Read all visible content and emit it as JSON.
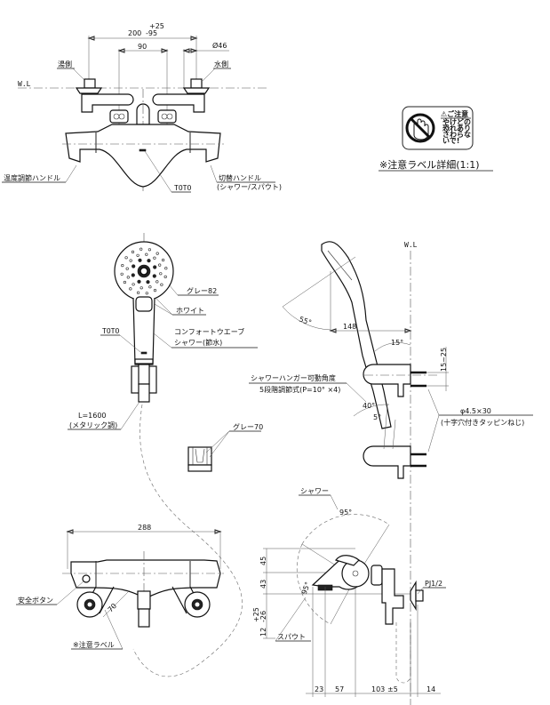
{
  "front_view": {
    "wl_label": "W.L",
    "dim_total": "200",
    "dim_tol_plus": "+25",
    "dim_tol_minus": "-95",
    "dim_center": "90",
    "dim_diameter": "Ø46",
    "hot_side": "湯側",
    "cold_side": "水側",
    "temp_handle": "温度調節ハンドル",
    "brand": "TOTO",
    "switch_handle": "切替ハンドル",
    "switch_handle_sub": "(シャワー/スパウト)"
  },
  "caution_label": {
    "title": "⚠ご注意",
    "lines": [
      "やけどの",
      "恐れあり",
      "さわらな",
      "いで!"
    ],
    "caption": "※注意ラベル詳細(1:1)"
  },
  "shower_view": {
    "grey82": "グレー82",
    "white": "ホワイト",
    "brand": "TOTO",
    "shower_name_1": "コンフォートウエーブ",
    "shower_name_2": "シャワー(節水)",
    "hose_length": "L=1600",
    "hose_type": "(メタリック調)",
    "grey70": "グレー70"
  },
  "side_shower_view": {
    "wl_label": "W.L",
    "angle_55": "55°",
    "dim_148": "148",
    "angle_15": "15°",
    "dim_15_25": "15~25",
    "hanger_angle": "シャワーハンガー可動角度",
    "hanger_steps": "5段階調節式(P=10° ×4)",
    "angle_40": "40°",
    "angle_5": "5°",
    "screw_size": "φ4.5×30",
    "screw_desc": "(十字穴付きタッピンねじ)"
  },
  "bottom_view": {
    "dim_288": "288",
    "safety_button": "安全ボタン",
    "dim_70": "70",
    "caution_label": "※注意ラベル"
  },
  "side_faucet_view": {
    "shower": "シャワー",
    "angle_95a": "95°",
    "angle_95b": "95°",
    "dim_45": "45",
    "dim_43": "43",
    "dim_12": "12",
    "dim_12_tol_plus": "+25",
    "dim_12_tol_minus": "-26",
    "spout": "スパウト",
    "pipe": "PJ1/2",
    "dim_23": "23",
    "dim_57": "57",
    "dim_103": "103",
    "dim_103_tol": "±5",
    "dim_14": "14"
  }
}
